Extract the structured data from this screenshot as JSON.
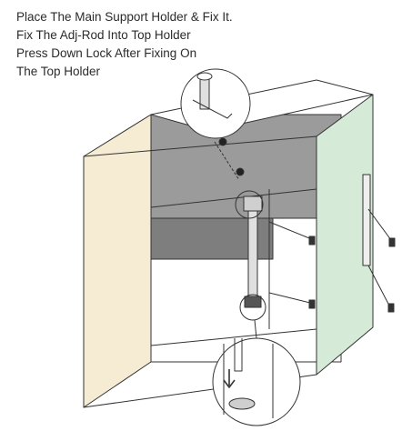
{
  "instructions": [
    "Place The Main Support Holder & Fix It.",
    "Fix The Adj-Rod Into Top Holder",
    "Press Down Lock After Fixing On",
    "The Top Holder"
  ],
  "colors": {
    "side_panel": "#f6ecd3",
    "back_panel": "#9b9b9b",
    "right_panel": "#d6ead8",
    "line": "#333333",
    "background": "#ffffff"
  },
  "icons": [
    "top-holder-detail",
    "lock-press-detail",
    "adjustable-rod",
    "support-bracket",
    "down-arrow-icon"
  ]
}
